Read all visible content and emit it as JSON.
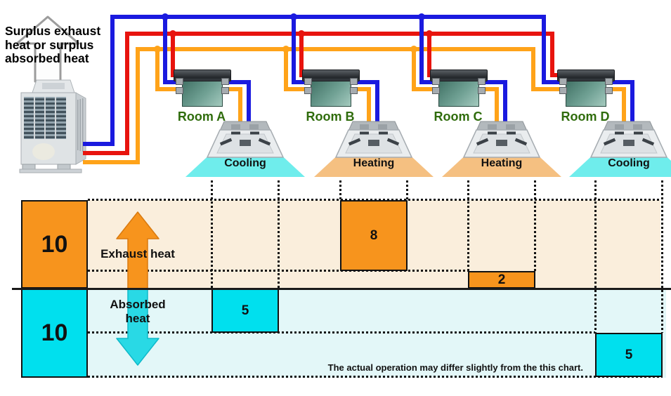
{
  "annotation": {
    "surplus_label": "Surplus exhaust heat or surplus absorbed heat"
  },
  "icons": {
    "surplus_arrow": "up-outline-arrow",
    "flow_arrow": "exhaust-up-absorbed-down-double-arrow"
  },
  "rooms": [
    {
      "name": "Room A",
      "mode": "Cooling"
    },
    {
      "name": "Room B",
      "mode": "Heating"
    },
    {
      "name": "Room C",
      "mode": "Heating"
    },
    {
      "name": "Room D",
      "mode": "Cooling"
    }
  ],
  "pipes": {
    "colors": {
      "blue": "#1a1adf",
      "red": "#e8140e",
      "orange": "#ffa319"
    }
  },
  "colors": {
    "room_label": "#2f6c0c",
    "cooling_cone": "rgba(22,226,224,0.62)",
    "heating_cone": "rgba(240,160,64,0.66)",
    "exhaust_bar": "#f7941d",
    "absorbed_bar": "#00e0ee",
    "exhaust_band": "#faeedc",
    "absorbed_band": "#e3f7f8"
  },
  "chart_data": {
    "type": "bar",
    "title": "",
    "categories": [
      "Room A",
      "Room B",
      "Room C",
      "Room D"
    ],
    "series": [
      {
        "name": "Exhaust heat",
        "color": "#f7941d",
        "values": [
          0,
          8,
          2,
          0
        ],
        "stack_offsets": [
          0,
          2,
          0,
          0
        ]
      },
      {
        "name": "Absorbed heat",
        "color": "#00e0ee",
        "values": [
          5,
          0,
          0,
          5
        ],
        "stack_offsets": [
          0,
          0,
          0,
          5
        ]
      }
    ],
    "totals": {
      "exhaust": 10,
      "absorbed": 10
    },
    "labels": {
      "exhaust": "Exhaust heat",
      "absorbed": "Absorbed heat"
    },
    "note": "The actual operation may differ slightly from the this chart.",
    "ylim": [
      0,
      10
    ],
    "legend": "none",
    "grid": "dotted-guides"
  }
}
